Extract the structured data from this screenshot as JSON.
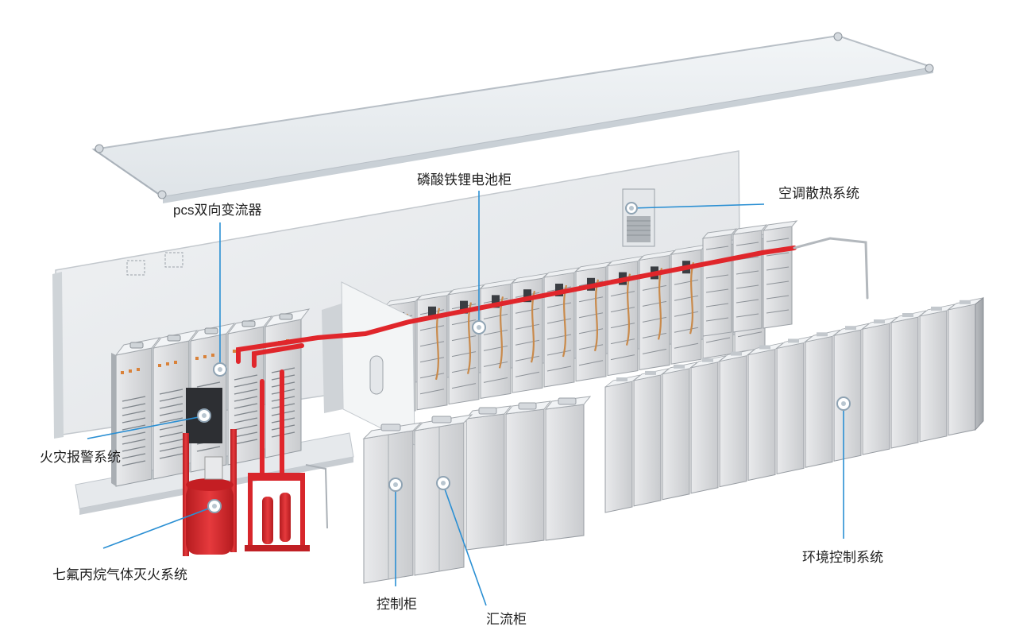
{
  "labels": {
    "pcs": "pcs双向变流器",
    "battery": "磷酸铁锂电池柜",
    "ac": "空调散热系统",
    "fire_alarm": "火灾报警系统",
    "extinguish": "七氟丙烷气体灭火系统",
    "control_cabinet": "控制柜",
    "combiner_cabinet": "汇流柜",
    "env_control": "环境控制系统"
  },
  "colors": {
    "callout_line": "#2a8fd3",
    "fire_red": "#d8262b",
    "pipe_red": "#e0262b",
    "cabinet": "#d7d9dc",
    "panel": "#eef1f3"
  }
}
